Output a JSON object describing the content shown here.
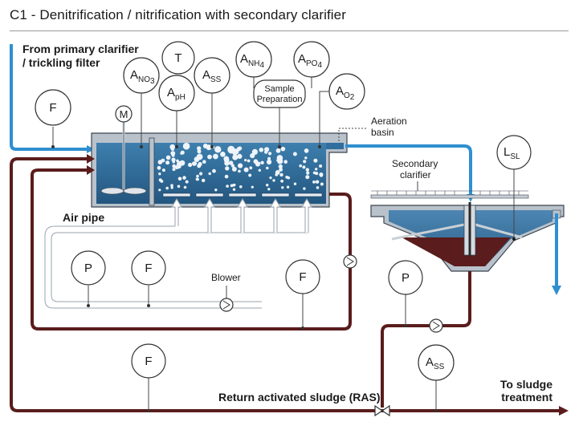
{
  "title": "C1 - Denitrification / nitrification with secondary clarifier",
  "labels": {
    "inflow_line1": "From primary clarifier",
    "inflow_line2": "/ trickling filter",
    "aeration_line1": "Aeration",
    "aeration_line2": "basin",
    "secondary_line1": "Secondary",
    "secondary_line2": "clarifier",
    "air_pipe": "Air pipe",
    "blower": "Blower",
    "ras": "Return activated sludge (RAS)",
    "sludge_line1": "To sludge",
    "sludge_line2": "treatment",
    "sample_line1": "Sample",
    "sample_line2": "Preparation",
    "mixer": "M"
  },
  "instruments": {
    "f_inflow": {
      "main": "F",
      "sub": ""
    },
    "t": {
      "main": "T",
      "sub": ""
    },
    "a_no3_main": "A",
    "a_no3_sub": "NO",
    "a_no3_subsub": "3",
    "a_ph": {
      "main": "A",
      "sub": "pH"
    },
    "a_ss_basin": {
      "main": "A",
      "sub": "SS"
    },
    "a_nh4_main": "A",
    "a_nh4_sub": "NH",
    "a_nh4_subsub": "4",
    "a_po4_main": "A",
    "a_po4_sub": "PO",
    "a_po4_subsub": "4",
    "a_o2_main": "A",
    "a_o2_sub": "O",
    "a_o2_subsub": "2",
    "l_sl": {
      "main": "L",
      "sub": "SL"
    },
    "p_air": {
      "main": "P",
      "sub": ""
    },
    "f_air": {
      "main": "F",
      "sub": ""
    },
    "f_recirc": {
      "main": "F",
      "sub": ""
    },
    "p_ras": {
      "main": "P",
      "sub": ""
    },
    "f_ras": {
      "main": "F",
      "sub": ""
    },
    "a_ss_ras": {
      "main": "A",
      "sub": "SS"
    }
  },
  "colors": {
    "water": "#2f6e9e",
    "water_light": "#6f9fc3",
    "flow_blue": "#2f8fd0",
    "sludge": "#5a1c1c",
    "tank_wall": "#aab4be",
    "tank_edge": "#3b4550"
  }
}
